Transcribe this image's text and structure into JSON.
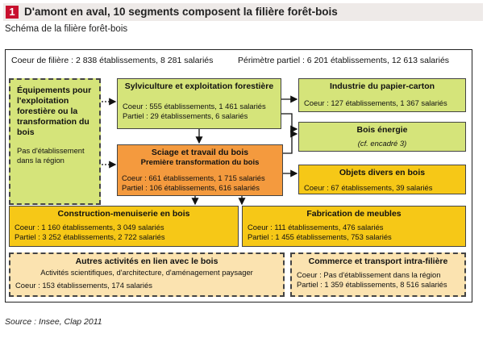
{
  "header": {
    "number": "1",
    "title": "D'amont en aval, 10 segments composent  la filière forêt-bois",
    "subtitle": "Schéma de la filière forêt-bois"
  },
  "summary": {
    "core": "Coeur de filière : 2 838 établissements, 8 281 salariés",
    "perimeter": "Périmètre  partiel :  6 201 établissements, 12 613 salariés"
  },
  "nodes": {
    "equipements": {
      "title": "Équipements pour l'exploitation forestière ou la transformation du bois",
      "note": "Pas d'établissement dans la région"
    },
    "sylviculture": {
      "title": "Sylviculture et exploitation forestière",
      "core": "Coeur : 555 établissements, 1 461 salariés",
      "partial": "Partiel : 29 établissements, 6 salariés"
    },
    "papier": {
      "title": "Industrie du papier-carton",
      "core": "Coeur : 127 établissements, 1 367 salariés"
    },
    "bois_energie": {
      "title": "Bois énergie",
      "note": "(cf. encadré 3)"
    },
    "sciage": {
      "title": "Sciage et travail du bois",
      "subtitle": "Première transformation du bois",
      "core": "Coeur :  661 établissements, 1 715 salariés",
      "partial": "Partiel : 106 établissements, 616 salariés"
    },
    "objets": {
      "title": "Objets divers en bois",
      "core": "Coeur : 67 établissements, 39 salariés"
    },
    "construction": {
      "title": "Construction-menuiserie en bois",
      "core": "Coeur : 1 160 établissements, 3 049 salariés",
      "partial": "Partiel : 3 252 établissements, 2 722 salariés"
    },
    "meubles": {
      "title": "Fabrication de meubles",
      "core": "Coeur : 111 établissements, 476 salariés",
      "partial": "Partiel : 1 455 établissements, 753 salariés"
    },
    "autres": {
      "title": "Autres activités en lien avec le bois",
      "subtitle": "Activités scientifiques, d'architecture, d'aménagement paysager",
      "core": "Coeur : 153 établissements, 174 salariés"
    },
    "commerce": {
      "title": "Commerce et transport intra-filière",
      "core": "Coeur : Pas d'établissement dans la région",
      "partial": "Partiel : 1 359 établissements, 8 516 salariés"
    }
  },
  "source": "Source : Insee, Clap 2011",
  "colors": {
    "green": "#d5e47a",
    "yellow": "#f6c817",
    "orange": "#f49a3e",
    "cream": "#fbe3b0",
    "accent": "#c8102e"
  }
}
